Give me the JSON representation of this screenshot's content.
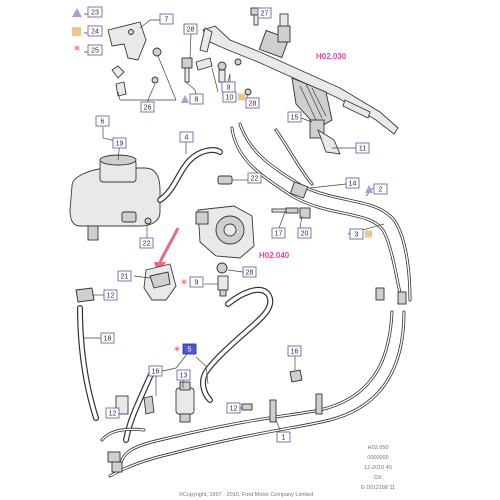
{
  "legend": [
    {
      "symbol": "triangle",
      "color": "#b49ad6",
      "number": "23"
    },
    {
      "symbol": "square",
      "color": "#f2c48c",
      "number": "24"
    },
    {
      "symbol": "asterisk",
      "color": "#e8476f",
      "number": "25"
    }
  ],
  "references": {
    "rack": "H02.030",
    "pump": "H02.040"
  },
  "callouts": [
    {
      "label": "7",
      "marker": ""
    },
    {
      "label": "27",
      "marker": ""
    },
    {
      "label": "28",
      "marker": ""
    },
    {
      "label": "26",
      "marker": ""
    },
    {
      "label": "8",
      "marker": "triangle"
    },
    {
      "label": "9",
      "marker": ""
    },
    {
      "label": "10",
      "marker": "square"
    },
    {
      "label": "28",
      "marker": ""
    },
    {
      "label": "6",
      "marker": ""
    },
    {
      "label": "19",
      "marker": ""
    },
    {
      "label": "4",
      "marker": ""
    },
    {
      "label": "15",
      "marker": ""
    },
    {
      "label": "11",
      "marker": ""
    },
    {
      "label": "22",
      "marker": ""
    },
    {
      "label": "14",
      "marker": ""
    },
    {
      "label": "2",
      "marker": "triangle"
    },
    {
      "label": "17",
      "marker": ""
    },
    {
      "label": "20",
      "marker": ""
    },
    {
      "label": "3",
      "marker": "square"
    },
    {
      "label": "22",
      "marker": ""
    },
    {
      "label": "21",
      "marker": ""
    },
    {
      "label": "9",
      "marker": "asterisk"
    },
    {
      "label": "28",
      "marker": ""
    },
    {
      "label": "12",
      "marker": ""
    },
    {
      "label": "18",
      "marker": ""
    },
    {
      "label": "5",
      "marker": "asterisk",
      "selected": true
    },
    {
      "label": "16",
      "marker": ""
    },
    {
      "label": "13",
      "marker": ""
    },
    {
      "label": "16",
      "marker": ""
    },
    {
      "label": "12",
      "marker": ""
    },
    {
      "label": "12",
      "marker": ""
    },
    {
      "label": "1",
      "marker": ""
    }
  ],
  "footer": {
    "codes": [
      "H02.050",
      "0000000",
      "12-2010 40",
      "DX",
      "G 0012188 11"
    ],
    "copyright": "©Copyright, 1997 - 2010, Ford Motor Company Limited"
  }
}
